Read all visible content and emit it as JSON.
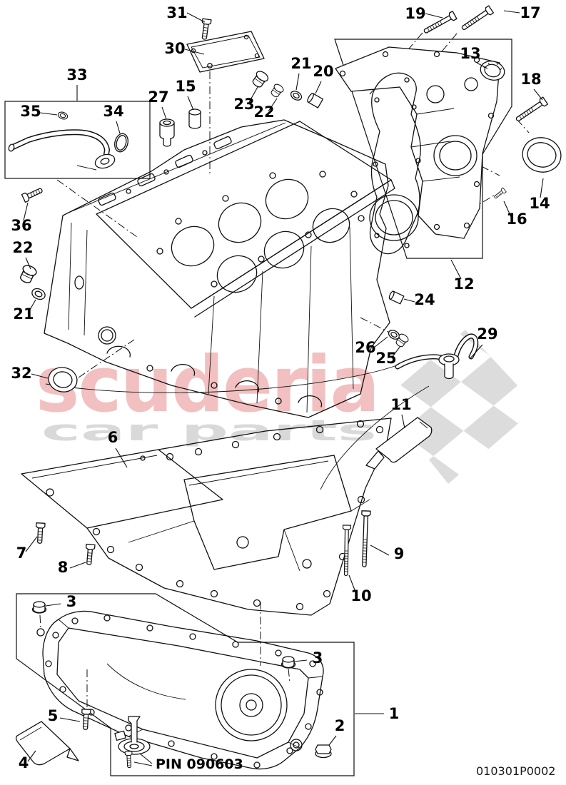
{
  "watermark": {
    "brand": "scuderia",
    "tagline": "car parts"
  },
  "footer": {
    "pin_note": "PIN 090603",
    "drawing_code": "010301P0002"
  },
  "colors": {
    "watermark_pink": "#f2c0c0",
    "watermark_gray": "#d9d9d9",
    "checker_gray": "#dcdcdc",
    "line": "#111111"
  },
  "labels": {
    "n1": "1",
    "n2": "2",
    "n3": "3",
    "n4": "4",
    "n5": "5",
    "n6": "6",
    "n7": "7",
    "n8": "8",
    "n9": "9",
    "n10": "10",
    "n11": "11",
    "n12": "12",
    "n13": "13",
    "n14": "14",
    "n15": "15",
    "n16": "16",
    "n17": "17",
    "n18": "18",
    "n19": "19",
    "n20": "20",
    "n21": "21",
    "n22": "22",
    "n23": "23",
    "n24": "24",
    "n25": "25",
    "n26": "26",
    "n27": "27",
    "n29": "29",
    "n30": "30",
    "n31": "31",
    "n32": "32",
    "n33": "33",
    "n34": "34",
    "n35": "35",
    "n36": "36"
  }
}
